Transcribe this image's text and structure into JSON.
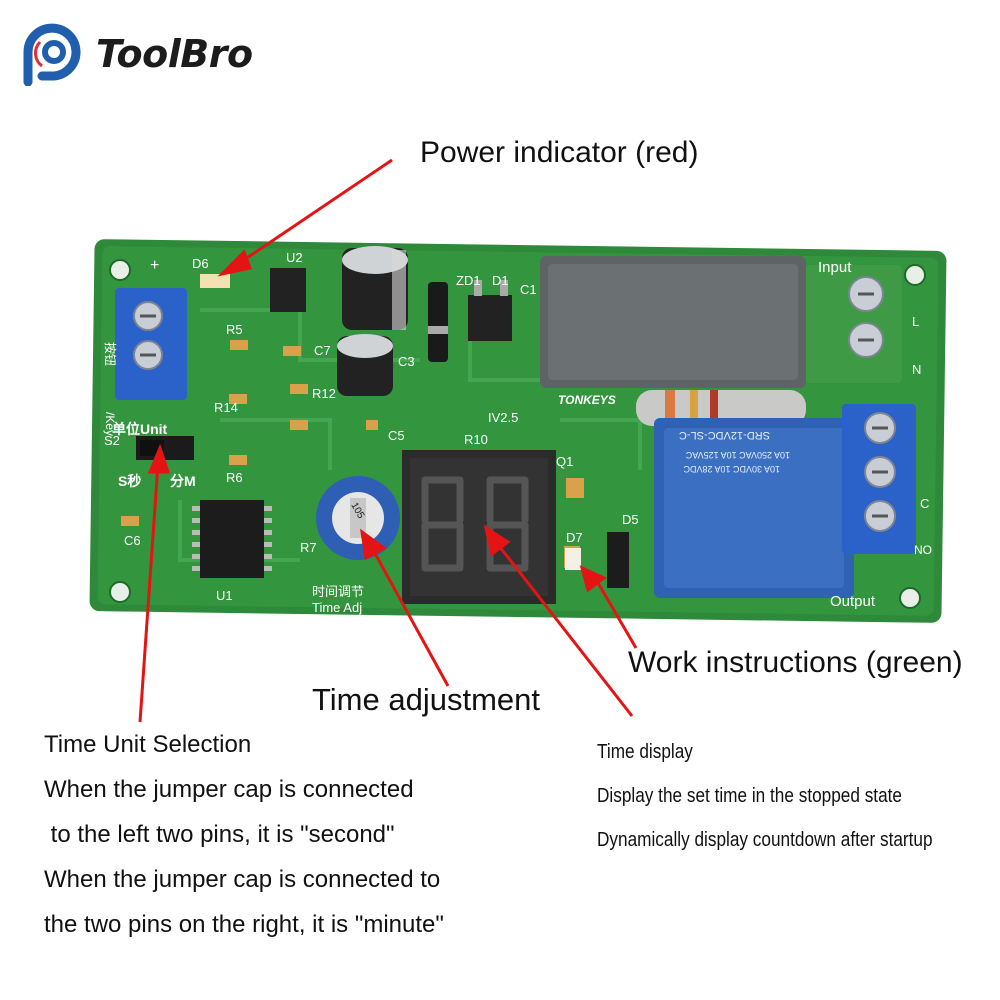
{
  "brand": {
    "name": "ToolBro",
    "logo_icon": "toolbro-logo-icon",
    "color": "#1f5fae"
  },
  "callouts": {
    "power": "Power indicator (red)",
    "work": "Work instructions (green)",
    "time_adjust": "Time adjustment"
  },
  "time_unit": {
    "lines": [
      "Time Unit Selection",
      "When the jumper cap is connected",
      " to the left two pins, it is \"second\"",
      "When the jumper cap is connected to",
      "the two pins on the right, it is \"minute\""
    ]
  },
  "time_display": {
    "lines": [
      "Time display",
      "Display the set time in the stopped state",
      "Dynamically display countdown after startup"
    ]
  },
  "board": {
    "relay_label": "SRD-12VDC-SL-C",
    "relay_specs": [
      "10A 250VAC  10A 125VAC",
      "10A 30VDC  10A 28VDC"
    ],
    "brand_mark": "TONKEYS",
    "input_label": "Input",
    "output_label": "Output",
    "time_adj_label": "Time Adj",
    "time_adj_cn": "时间调节",
    "key_label": "/Key",
    "key_cn": "按钮",
    "unit_label": "单位Unit",
    "unit_s": "S秒",
    "unit_m": "分M",
    "pot_label": "105",
    "component_labels": {
      "d6": "D6",
      "u2": "U2",
      "zd1": "ZD1",
      "d1": "D1",
      "c1": "C1",
      "r5": "R5",
      "c7": "C7",
      "c3": "C3",
      "r12": "R12",
      "r14": "R14",
      "c5": "C5",
      "r10": "R10",
      "q1": "Q1",
      "iv25": "IV2.5",
      "s2": "S2",
      "r6": "R6",
      "c6": "C6",
      "r7": "R7",
      "u1": "U1",
      "d5": "D5",
      "d7": "D7",
      "plus": "+",
      "l": "L",
      "n": "N",
      "nc": "C",
      "no": "NO"
    },
    "colors": {
      "pcb": "#2e8a3a",
      "relay": "#2f62b3",
      "terminal_blue": "#2a62c9",
      "terminal_green": "#3f9a45",
      "display": "#2b2b2b"
    }
  },
  "arrow_color": "#e41414"
}
